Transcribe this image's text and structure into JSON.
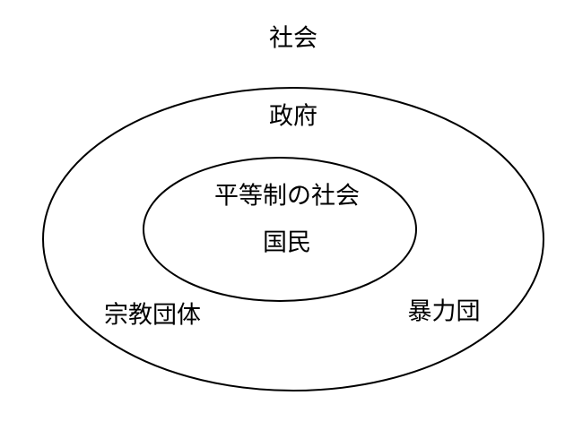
{
  "labels": {
    "society": "社会",
    "government": "政府",
    "egalitarian_society": "平等制の社会",
    "citizens": "国民",
    "religious_groups": "宗教団体",
    "gangs": "暴力団"
  }
}
